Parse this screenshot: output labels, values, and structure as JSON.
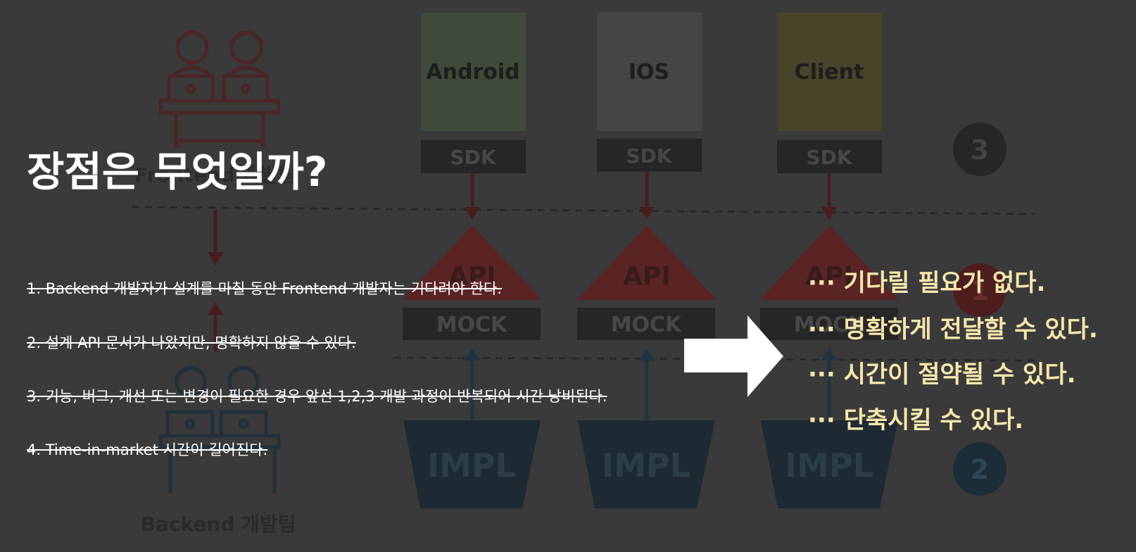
{
  "title": "장점은 무엇일까?",
  "labels": {
    "frontend_team": "Frontend 개발팀",
    "backend_team": "Backend 개발팀"
  },
  "columns": [
    {
      "platform": "Android",
      "sdk": "SDK",
      "api": "API",
      "mock": "MOCK",
      "impl": "IMPL",
      "platform_color": "#3f4a3a"
    },
    {
      "platform": "IOS",
      "sdk": "SDK",
      "api": "API",
      "mock": "MOCK",
      "impl": "IMPL",
      "platform_color": "#454545"
    },
    {
      "platform": "Client",
      "sdk": "SDK",
      "api": "API",
      "mock": "MOCK",
      "impl": "IMPL",
      "platform_color": "#47442a"
    }
  ],
  "steps": [
    "3",
    "1",
    "2"
  ],
  "problems": [
    "1.  Backend 개발자가 설계를 마칠 동안 Frontend 개발자는 기다려야 한다.",
    "2.  설계 API 문서가 나왔지만, 명확하지 않을 수 있다.",
    "3.  기능, 버그, 개선 또는 변경이 필요한 경우 앞선 1,2,3 개발 과정이 반복되어 시간 낭비된다.",
    "4.  Time-in-market 시간이 길어진다."
  ],
  "benefits": [
    "··· 기다릴 필요가 없다.",
    "··· 명확하게 전달할 수 있다.",
    "··· 시간이 절약될 수 있다.",
    "··· 단축시킬 수 있다."
  ],
  "colors": {
    "background": "#3a3a3a",
    "frontend_icon": "#4a2626",
    "backend_icon": "#22303a",
    "arrow_down": "#4a1d1d",
    "arrow_up": "#1f3440",
    "api_triangle": "#5a2424",
    "impl_trapezoid": "#1d2a33",
    "box_dark": "#262626",
    "benefit_text": "#f6e7ad",
    "title_text": "#ffffff"
  }
}
